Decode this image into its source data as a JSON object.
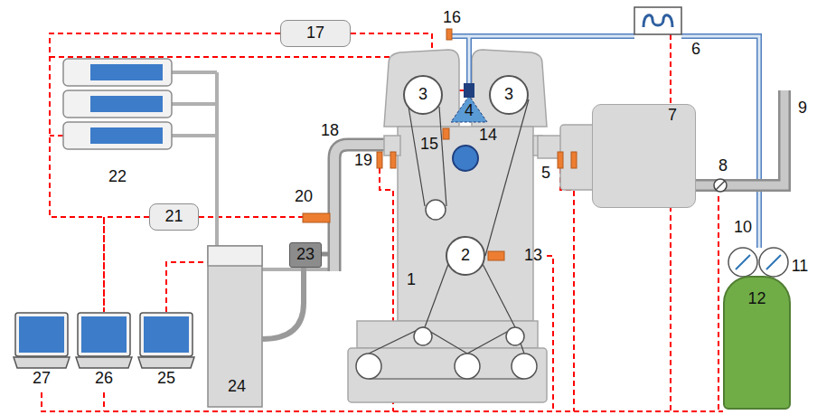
{
  "diagram": {
    "nodes": [
      {
        "text": [
          "17"
        ]
      },
      {
        "text": [
          "21"
        ]
      },
      {
        "text": [
          "3"
        ]
      },
      {
        "text": [
          "3"
        ]
      },
      {
        "text": [
          "2"
        ]
      },
      {
        "text": [
          "7"
        ]
      },
      {
        "text": [
          "23"
        ]
      },
      {
        "text": [
          "12"
        ]
      },
      {
        "text": [
          "27"
        ]
      },
      {
        "text": [
          "26"
        ]
      },
      {
        "text": [
          "25"
        ]
      }
    ],
    "edges": [
      {
        "from": 0,
        "to": 9,
        "arrow": "none"
      },
      {
        "from": 1,
        "to": 9,
        "arrow": "none"
      }
    ],
    "labels": [
      "6",
      "16",
      "4",
      "14",
      "15",
      "18",
      "19",
      "5",
      "8",
      "9",
      "10",
      "11",
      "22",
      "20",
      "13",
      "1",
      "24"
    ]
  }
}
